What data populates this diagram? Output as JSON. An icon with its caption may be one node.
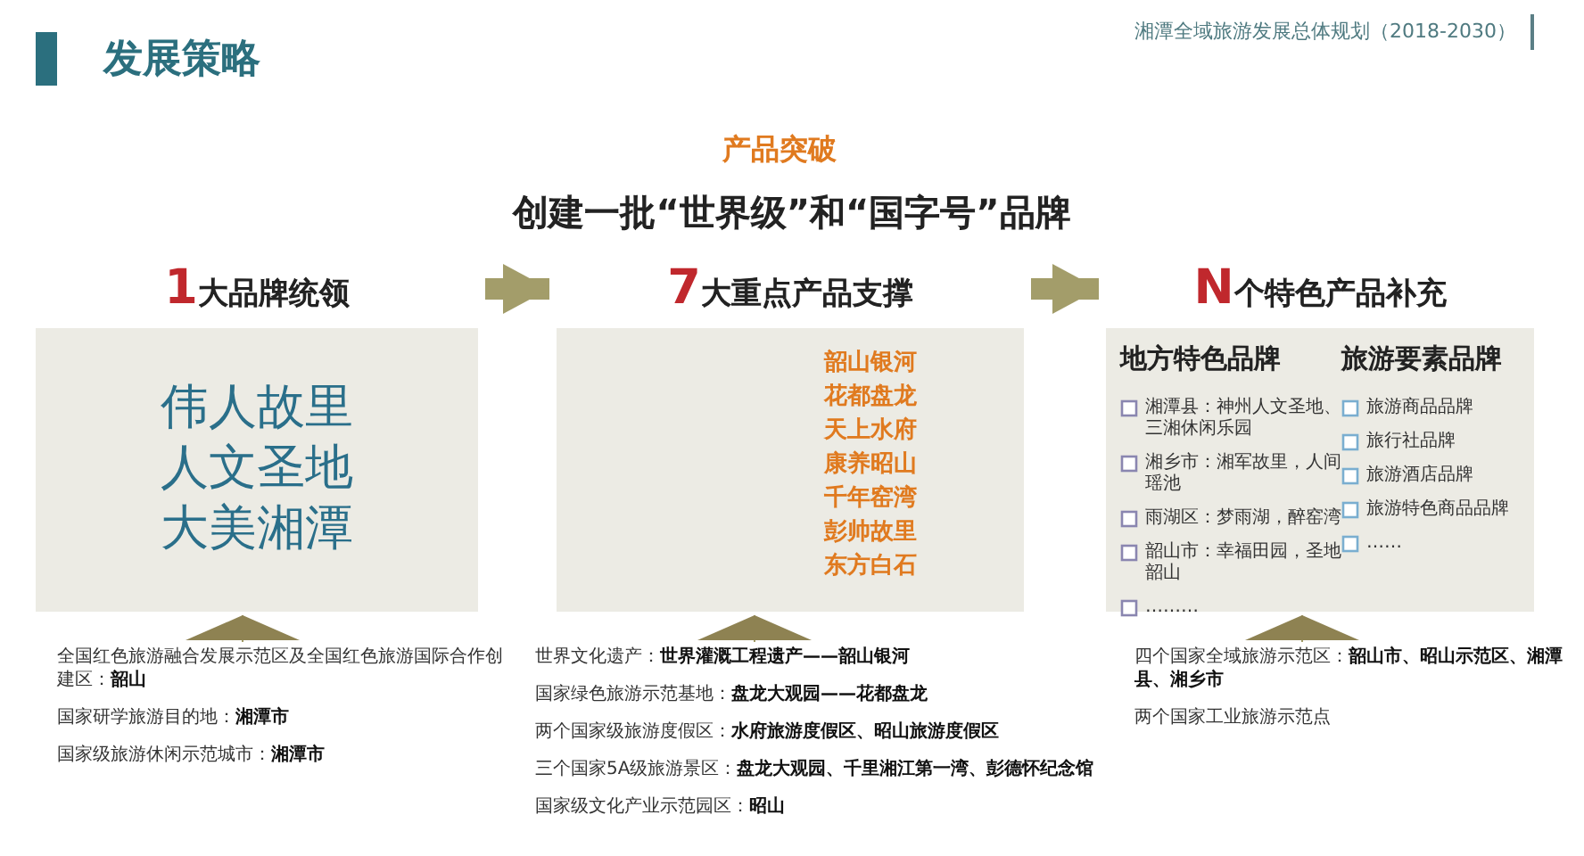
{
  "diagram": {
    "title": "发展策略",
    "nodes": [
      {
        "text": [
          "1大品牌统领",
          "伟人故里",
          "人文圣地",
          "大美湘潭"
        ]
      },
      {
        "text": [
          "7大重点产品支撑",
          "韶山银河",
          "花都盘龙",
          "天上水府",
          "康养昭山",
          "千年窑湾",
          "彭帅故里",
          "东方白石"
        ]
      },
      {
        "text": [
          "N个特色产品补充",
          "地方特色品牌",
          "旅游要素品牌",
          "湘潭县：神州人文圣地、三湘休闲乐园",
          "湘乡市：湘军故里，人间瑶池",
          "雨湖区：梦雨湖，醉窑湾",
          "韶山市：幸福田园，圣地韶山",
          "………",
          "旅游商品品牌",
          "旅行社品牌",
          "旅游酒店品牌",
          "旅游特色商品品牌",
          "……"
        ]
      },
      {
        "text": [
          "全国红色旅游融合发展示范区及全国红色旅游国际合作创建区：**韶山**",
          "国家研学旅游目的地：**湘潭市**",
          "国家级旅游休闲示范城市：**湘潭市**"
        ]
      },
      {
        "text": [
          "世界文化遗产：**世界灌溉工程遗产——韶山银河**",
          "国家绿色旅游示范基地：**盘龙大观园——花都盘龙**",
          "两个国家级旅游度假区：**水府旅游度假区、昭山旅游度假区**",
          "三个国家5A级旅游景区：**盘龙大观园、千里湘江第一湾、彭德怀纪念馆**",
          "国家级文化产业示范园区：**昭山**"
        ]
      },
      {
        "text": [
          "四个国家全域旅游示范区：**韶山市、昭山示范区、湘潭县、湘乡市**",
          "两个国家工业旅游示范点"
        ]
      }
    ],
    "edges": [
      {
        "from": 0,
        "to": 1,
        "arrow": "to",
        "style": "thick"
      },
      {
        "from": 1,
        "to": 2,
        "arrow": "to",
        "style": "thick"
      },
      {
        "from": 3,
        "to": 0,
        "arrow": "to"
      },
      {
        "from": 4,
        "to": 1,
        "arrow": "to"
      },
      {
        "from": 5,
        "to": 2,
        "arrow": "to"
      }
    ],
    "labels": [
      "湘潭全域旅游发展总体规划（2018-2030）",
      "产品突破",
      "创建一批“世界级”和“国字号”品牌"
    ]
  }
}
